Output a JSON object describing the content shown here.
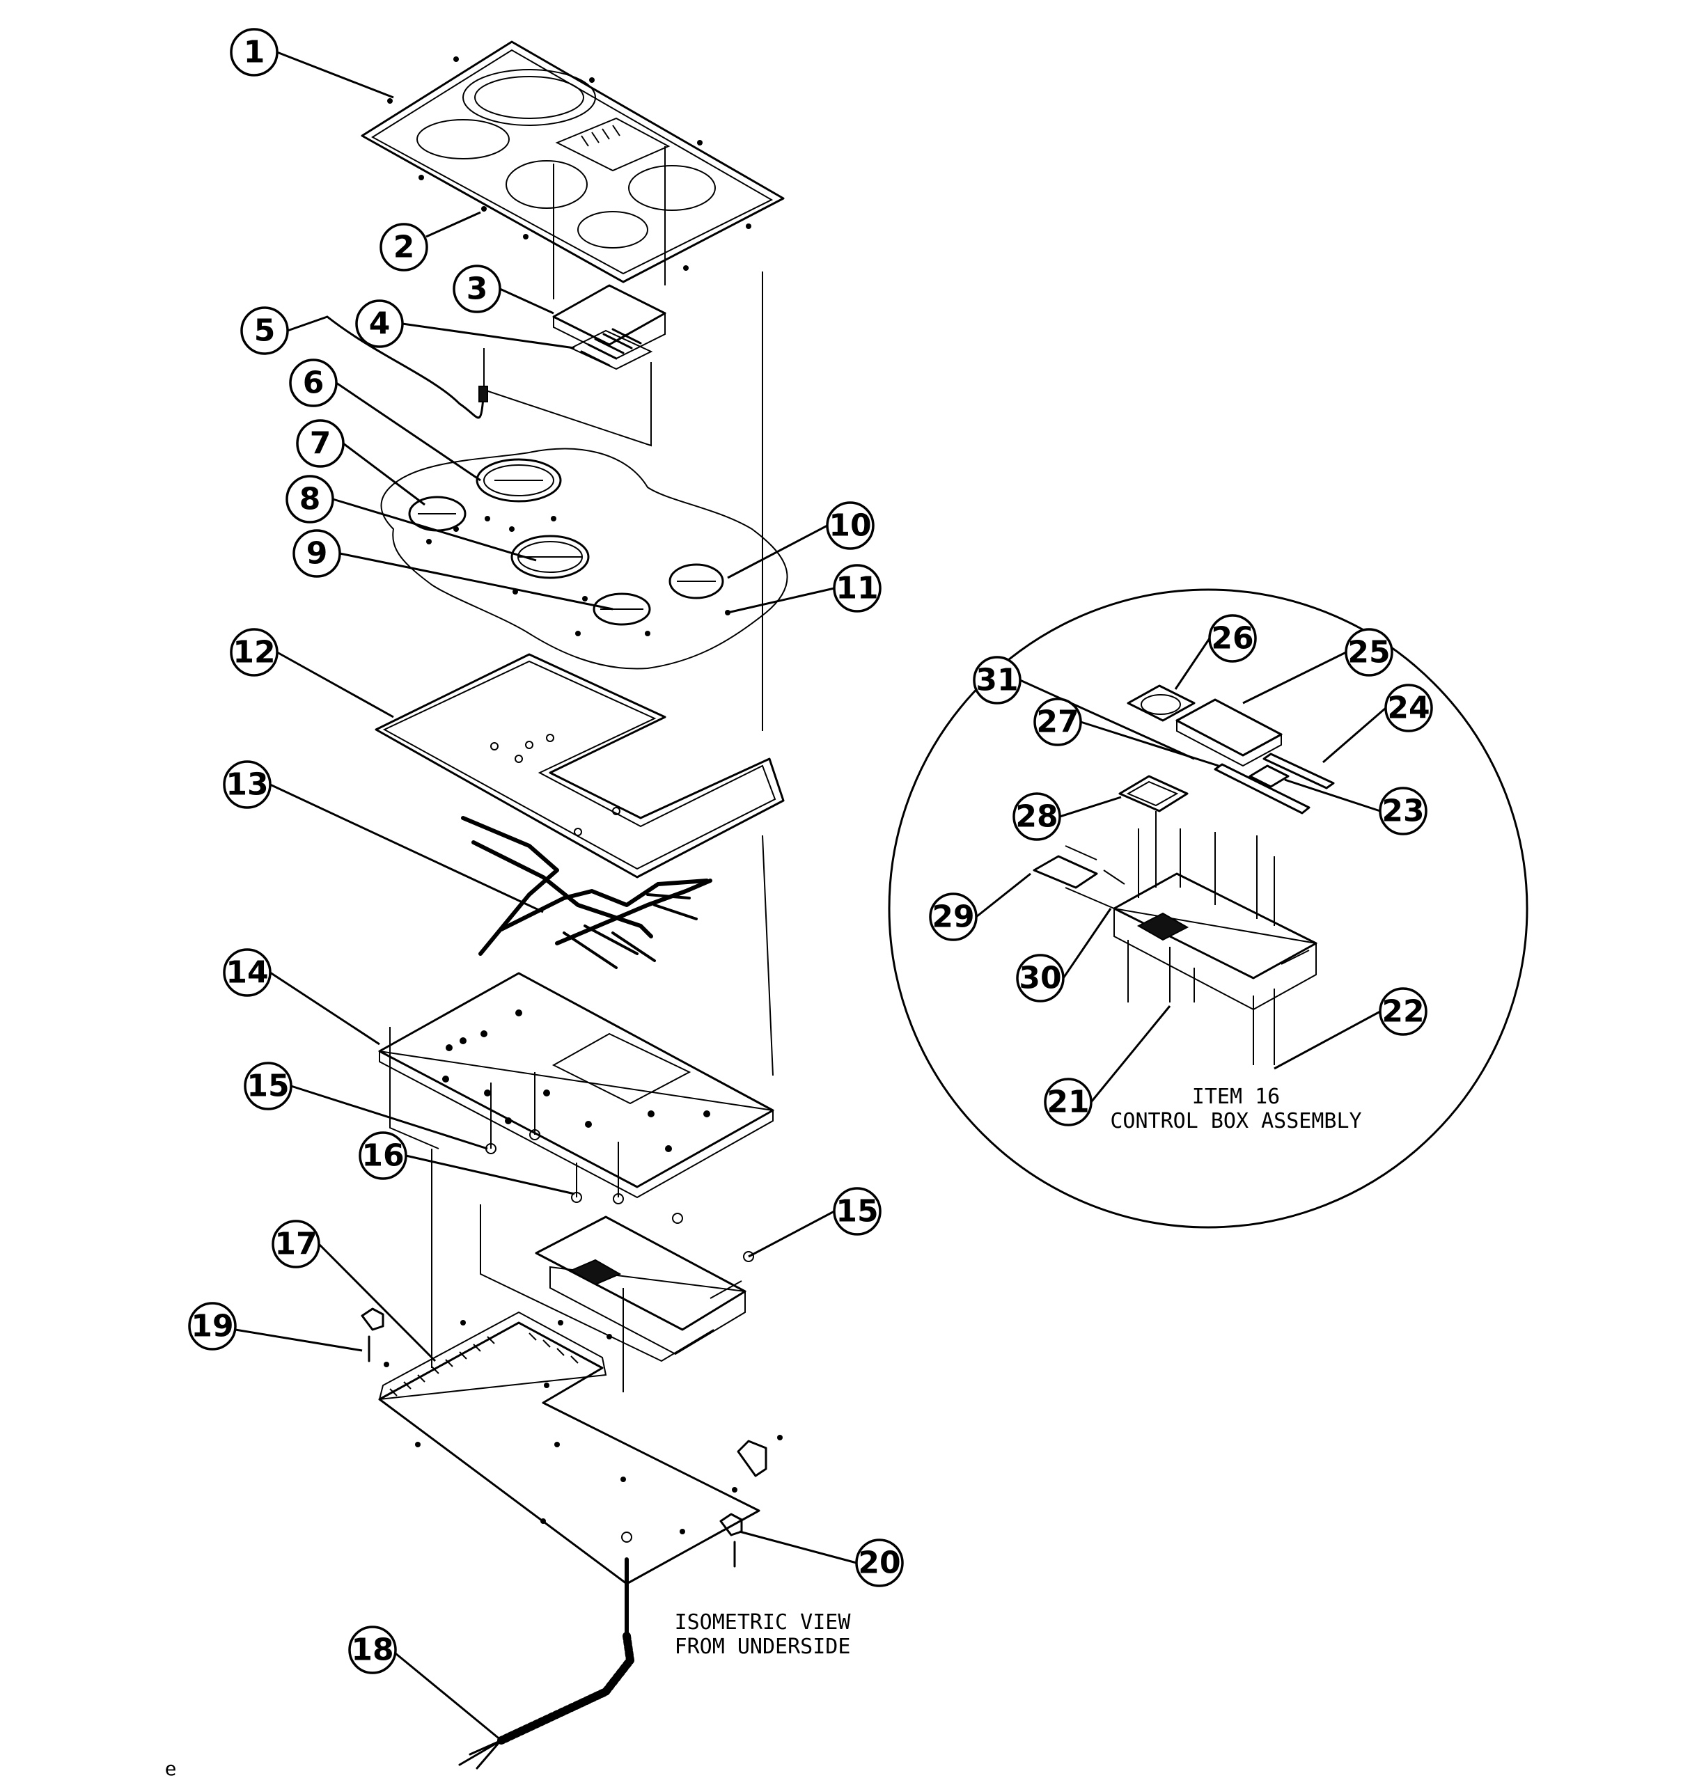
{
  "callouts": [
    "1",
    "2",
    "3",
    "4",
    "5",
    "6",
    "7",
    "8",
    "9",
    "10",
    "11",
    "12",
    "13",
    "14",
    "15",
    "16",
    "15",
    "17",
    "19",
    "20",
    "18",
    "26",
    "25",
    "31",
    "24",
    "27",
    "23",
    "28",
    "29",
    "30",
    "22",
    "21"
  ],
  "captions": {
    "control_box_line1": "ITEM 16",
    "control_box_line2": "CONTROL BOX ASSEMBLY",
    "view_line1": "ISOMETRIC VIEW",
    "view_line2": "FROM UNDERSIDE"
  },
  "stray_mark": "e"
}
